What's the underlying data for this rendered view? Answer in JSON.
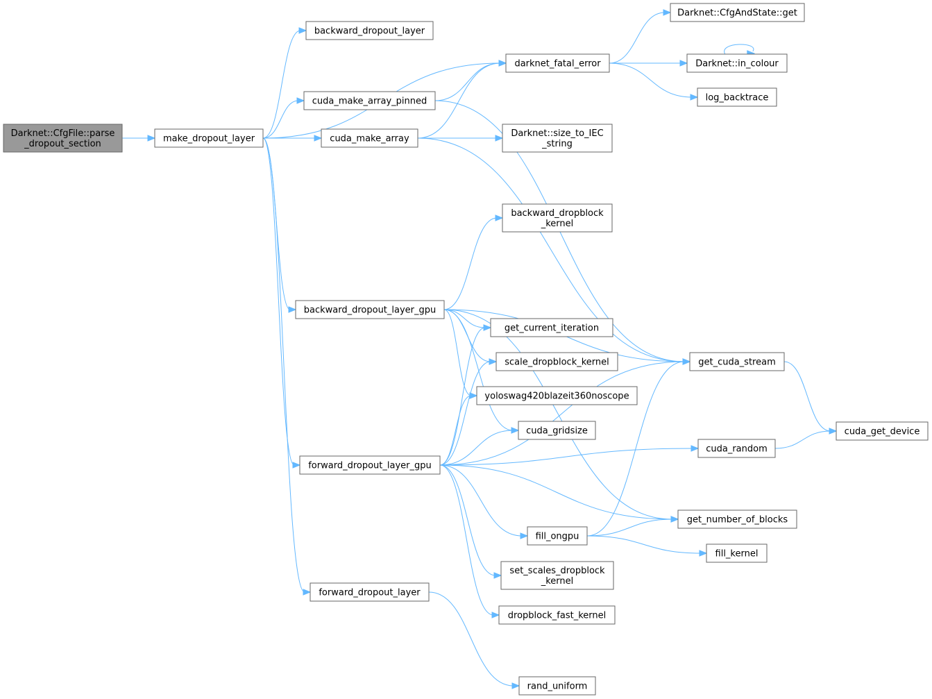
{
  "graph_type": "call-graph",
  "colors": {
    "edge": "#63b8ff",
    "root_fill": "#999999",
    "node_border": "#666666"
  },
  "nodes": [
    {
      "id": "parse",
      "lines": [
        "Darknet::CfgFile::parse",
        "_dropout_section"
      ],
      "root": true
    },
    {
      "id": "make",
      "lines": [
        "make_dropout_layer"
      ]
    },
    {
      "id": "bdl",
      "lines": [
        "backward_dropout_layer"
      ]
    },
    {
      "id": "dfe",
      "lines": [
        "darknet_fatal_error"
      ]
    },
    {
      "id": "cmap",
      "lines": [
        "cuda_make_array_pinned"
      ]
    },
    {
      "id": "cma",
      "lines": [
        "cuda_make_array"
      ]
    },
    {
      "id": "cfg",
      "lines": [
        "Darknet::CfgAndState::get"
      ]
    },
    {
      "id": "inc",
      "lines": [
        "Darknet::in_colour"
      ]
    },
    {
      "id": "logb",
      "lines": [
        "log_backtrace"
      ]
    },
    {
      "id": "iec",
      "lines": [
        "Darknet::size_to_IEC",
        "_string"
      ]
    },
    {
      "id": "bdk",
      "lines": [
        "backward_dropblock",
        "_kernel"
      ]
    },
    {
      "id": "bdlg",
      "lines": [
        "backward_dropout_layer_gpu"
      ]
    },
    {
      "id": "gci",
      "lines": [
        "get_current_iteration"
      ]
    },
    {
      "id": "sdk",
      "lines": [
        "scale_dropblock_kernel"
      ]
    },
    {
      "id": "yolo",
      "lines": [
        "yoloswag420blazeit360noscope"
      ]
    },
    {
      "id": "cgs",
      "lines": [
        "cuda_gridsize"
      ]
    },
    {
      "id": "gcs",
      "lines": [
        "get_cuda_stream"
      ]
    },
    {
      "id": "cgd",
      "lines": [
        "cuda_get_device"
      ]
    },
    {
      "id": "crand",
      "lines": [
        "cuda_random"
      ]
    },
    {
      "id": "fdlg",
      "lines": [
        "forward_dropout_layer_gpu"
      ]
    },
    {
      "id": "gnb",
      "lines": [
        "get_number_of_blocks"
      ]
    },
    {
      "id": "fill",
      "lines": [
        "fill_ongpu"
      ]
    },
    {
      "id": "fillk",
      "lines": [
        "fill_kernel"
      ]
    },
    {
      "id": "ssdk",
      "lines": [
        "set_scales_dropblock",
        "_kernel"
      ]
    },
    {
      "id": "dfk",
      "lines": [
        "dropblock_fast_kernel"
      ]
    },
    {
      "id": "fdl",
      "lines": [
        "forward_dropout_layer"
      ]
    },
    {
      "id": "rand",
      "lines": [
        "rand_uniform"
      ]
    }
  ],
  "edges": [
    [
      "parse",
      "make"
    ],
    [
      "make",
      "bdl"
    ],
    [
      "make",
      "dfe"
    ],
    [
      "make",
      "cmap"
    ],
    [
      "make",
      "cma"
    ],
    [
      "make",
      "bdlg"
    ],
    [
      "make",
      "fdlg"
    ],
    [
      "make",
      "fdl"
    ],
    [
      "cmap",
      "dfe"
    ],
    [
      "cmap",
      "gcs"
    ],
    [
      "cma",
      "dfe"
    ],
    [
      "cma",
      "iec"
    ],
    [
      "cma",
      "gcs"
    ],
    [
      "dfe",
      "cfg"
    ],
    [
      "dfe",
      "inc"
    ],
    [
      "dfe",
      "logb"
    ],
    [
      "inc",
      "inc"
    ],
    [
      "bdlg",
      "bdk"
    ],
    [
      "bdlg",
      "gcs"
    ],
    [
      "bdlg",
      "gnb"
    ],
    [
      "bdlg",
      "gci"
    ],
    [
      "bdlg",
      "sdk"
    ],
    [
      "bdlg",
      "yolo"
    ],
    [
      "bdlg",
      "cgs"
    ],
    [
      "fdlg",
      "gci"
    ],
    [
      "fdlg",
      "sdk"
    ],
    [
      "fdlg",
      "yolo"
    ],
    [
      "fdlg",
      "cgs"
    ],
    [
      "fdlg",
      "gcs"
    ],
    [
      "fdlg",
      "crand"
    ],
    [
      "fdlg",
      "fill"
    ],
    [
      "fdlg",
      "ssdk"
    ],
    [
      "fdlg",
      "dfk"
    ],
    [
      "fdlg",
      "gnb"
    ],
    [
      "fill",
      "gcs"
    ],
    [
      "fill",
      "gnb"
    ],
    [
      "fill",
      "fillk"
    ],
    [
      "gcs",
      "cgd"
    ],
    [
      "crand",
      "cgd"
    ],
    [
      "fdl",
      "rand"
    ]
  ]
}
